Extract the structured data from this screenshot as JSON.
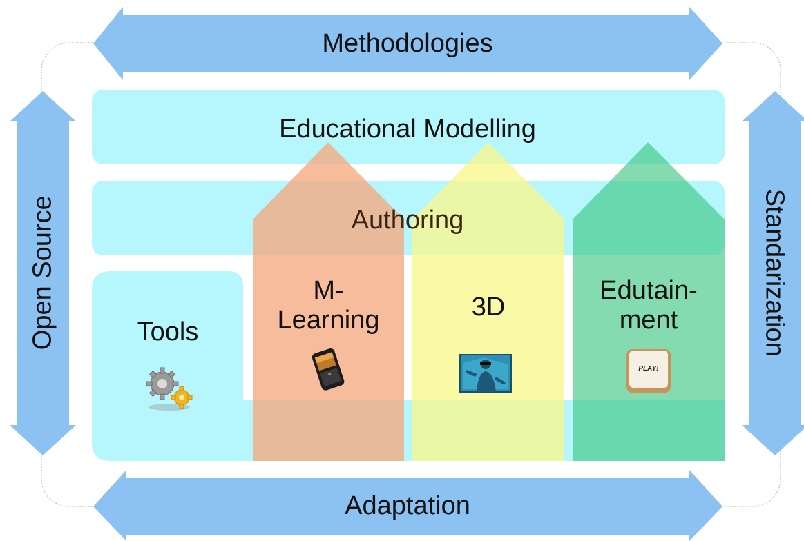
{
  "frame": {
    "top_label": "Methodologies",
    "bottom_label": "Adaptation",
    "left_label": "Open Source",
    "right_label": "Standarization"
  },
  "layers": {
    "modelling": "Educational Modelling",
    "authoring": "Authoring"
  },
  "columns": {
    "tools": {
      "label": "Tools",
      "icon": "gears-icon"
    },
    "mlearning": {
      "label_line1": "M-",
      "label_line2": "Learning",
      "icon": "mobile-phone-icon"
    },
    "threed": {
      "label": "3D",
      "icon": "virtual-reality-icon"
    },
    "edutainment": {
      "label_line1": "Edutain-",
      "label_line2": "ment",
      "icon": "play-key-icon",
      "icon_text": "PLAY!"
    }
  },
  "colors": {
    "arrow": "#8cc2f2",
    "layer": "#b5f7fc",
    "mlearning": "#f4a97f",
    "threed": "#f8f78d",
    "edutainment": "#39c57f",
    "frame_line": "#c8c8c8"
  }
}
